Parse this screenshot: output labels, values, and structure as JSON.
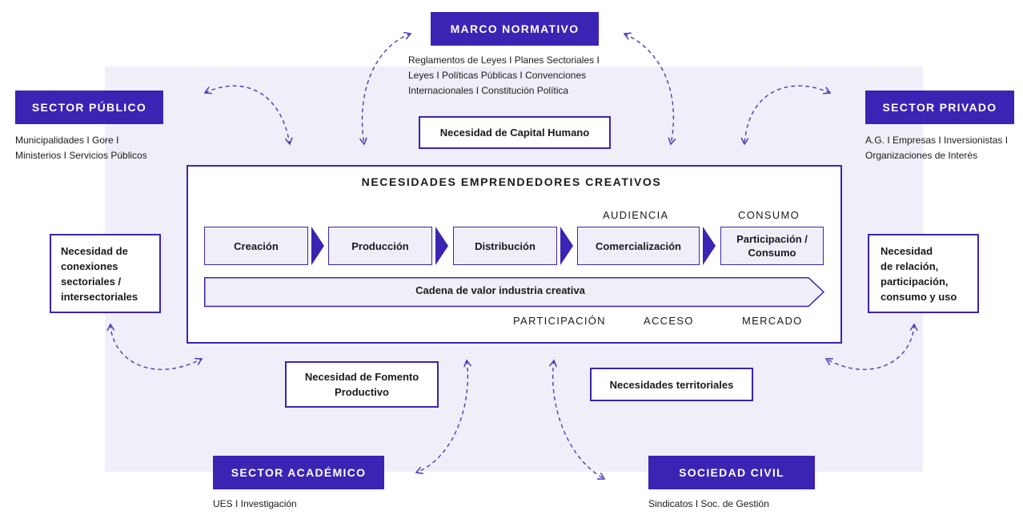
{
  "center": {
    "title": "NECESIDADES EMPRENDEDORES CREATIVOS",
    "top_labels": [
      "AUDIENCIA",
      "CONSUMO"
    ],
    "steps": [
      "Creación",
      "Producción",
      "Distribución",
      "Comercialización",
      "Participación / Consumo"
    ],
    "chain_label": "Cadena de valor industria creativa",
    "bottom_labels": [
      "PARTICIPACIÓN",
      "ACCESO",
      "MERCADO"
    ]
  },
  "sectors": {
    "marco_normativo": {
      "title": "MARCO NORMATIVO",
      "lines": [
        "Reglamentos de Leyes I Planes Sectoriales I",
        "Leyes I Políticas Públicas I Convenciones",
        "Internacionales I Constitución Política"
      ]
    },
    "sector_publico": {
      "title": "SECTOR PÚBLICO",
      "lines": [
        "Municipalidades I Gore I",
        "Ministerios I Servicios Públicos"
      ]
    },
    "sector_privado": {
      "title": "SECTOR PRIVADO",
      "lines": [
        "A.G. I Empresas I Inversionistas I",
        "Organizaciones de Interés"
      ]
    },
    "sector_academico": {
      "title": "SECTOR ACADÉMICO",
      "lines": [
        "UES I Investigación"
      ]
    },
    "sociedad_civil": {
      "title": "SOCIEDAD CIVIL",
      "lines": [
        "Sindicatos I Soc. de Gestión"
      ]
    }
  },
  "needs": {
    "capital_humano": [
      "Necesidad de Capital Humano"
    ],
    "conexiones": [
      "Necesidad de",
      "conexiones",
      "sectoriales /",
      "intersectoriales"
    ],
    "relacion": [
      "Necesidad",
      "de relación,",
      "participación,",
      "consumo y uso"
    ],
    "fomento": [
      "Necesidad de Fomento",
      "Productivo"
    ],
    "territoriales": [
      "Necesidades territoriales"
    ]
  },
  "colors": {
    "accent": "#3b23b3",
    "panel": "#f0eff9",
    "arrow": "#4b3bbb"
  }
}
